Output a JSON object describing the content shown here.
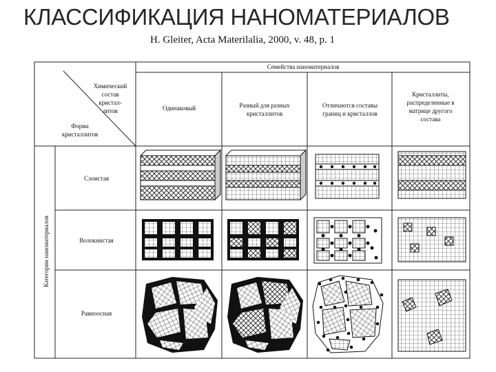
{
  "slide": {
    "title": "КЛАССИФИКАЦИЯ НАНОМАТЕРИАЛОВ",
    "citation": "H. Gleiter, Acta Materilalia, 2000, v. 48, p. 1"
  },
  "table": {
    "families_header": "Семейства наноматериалов",
    "corner_top": [
      "Химический",
      "состав",
      "кристал-",
      "литов"
    ],
    "corner_bottom": [
      "Форма",
      "кристаллитов"
    ],
    "columns": [
      [
        "Одинаковый"
      ],
      [
        "Разный для разных",
        "кристаллитов"
      ],
      [
        "Отличаются составы",
        "границ и кристаллов"
      ],
      [
        "Кристаллиты,",
        "распределенные в",
        "матрице другого",
        "состава"
      ]
    ],
    "categories_label": "Категории наноматериалов",
    "rows": [
      "Слоистая",
      "Волокнистая",
      "Равноосная"
    ]
  }
}
